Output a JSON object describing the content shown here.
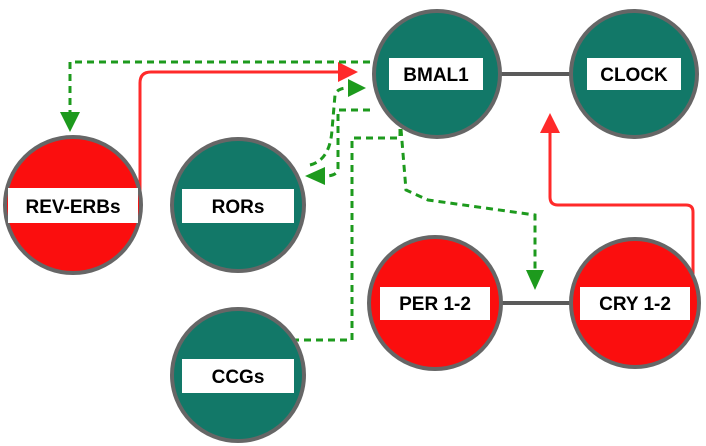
{
  "colors": {
    "teal": "#127868",
    "red": "#fb0e0e",
    "outline": "#666666",
    "label_box": "#ffffff",
    "activation_line": "#ff2a2a",
    "inhibition_line": "#1d9a1d",
    "binding_line": "#5a5a5a"
  },
  "nodes": {
    "bmal1": {
      "label": "BMAL1",
      "color": "teal"
    },
    "clock": {
      "label": "CLOCK",
      "color": "teal"
    },
    "rev_erbs": {
      "label": "REV-ERBs",
      "color": "red"
    },
    "rors": {
      "label": "RORs",
      "color": "teal"
    },
    "per": {
      "label": "PER 1-2",
      "color": "red"
    },
    "cry": {
      "label": "CRY 1-2",
      "color": "red"
    },
    "ccgs": {
      "label": "CCGs",
      "color": "teal"
    }
  },
  "edges": [
    {
      "from": "bmal1",
      "to": "clock",
      "style": "solid-grey"
    },
    {
      "from": "per",
      "to": "cry",
      "style": "solid-grey"
    },
    {
      "from": "rev_erbs",
      "to": "bmal1",
      "style": "solid-red"
    },
    {
      "from": "cry",
      "to": "clock",
      "style": "solid-red"
    },
    {
      "from": "bmal1",
      "to": "rev_erbs",
      "style": "dashed-green"
    },
    {
      "from": "rors",
      "to": "bmal1",
      "style": "dashed-green"
    },
    {
      "from": "bmal1",
      "to": "rors",
      "style": "dashed-green"
    },
    {
      "from": "bmal1",
      "to": "ccgs",
      "style": "dashed-green"
    },
    {
      "from": "bmal1",
      "to": "per",
      "style": "dashed-green"
    }
  ]
}
